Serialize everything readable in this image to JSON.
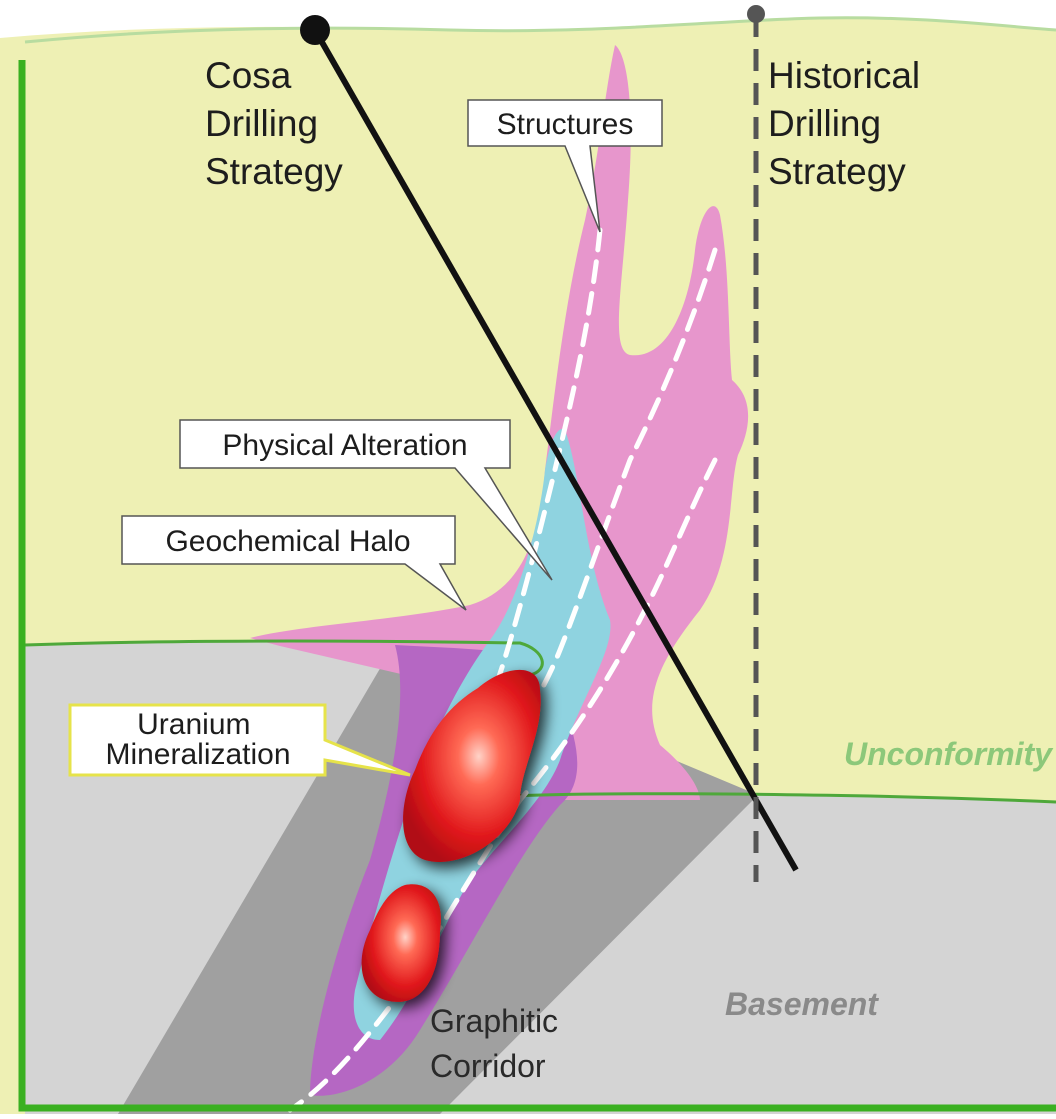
{
  "headings": {
    "cosa": [
      "Cosa",
      "Drilling",
      "Strategy"
    ],
    "historical": [
      "Historical",
      "Drilling",
      "Strategy"
    ]
  },
  "callouts": {
    "structures": "Structures",
    "physical_alteration": "Physical Alteration",
    "geochemical_halo": "Geochemical Halo",
    "uranium": [
      "Uranium",
      "Mineralization"
    ]
  },
  "labels": {
    "unconformity": "Unconformity",
    "basement": "Basement",
    "graphitic_corridor": [
      "Graphitic",
      "Corridor"
    ]
  },
  "colors": {
    "sandstone": "#eef0b4",
    "basement": "#d4d4d4",
    "graphitic_corridor": "#a0a0a0",
    "geochemical_halo": "#e796cc",
    "purple_halo": "#b567c3",
    "physical_alteration": "#8fd3e0",
    "uranium": "#e0171b",
    "unconformity_line": "#4ea83a",
    "border": "#3ab021",
    "unconformity_text": "#8cc87a",
    "basement_text": "#8a8a8a"
  },
  "icons": {
    "cosa_hole_collar": "black-dot-icon",
    "historical_hole_collar": "grey-dot-icon"
  }
}
